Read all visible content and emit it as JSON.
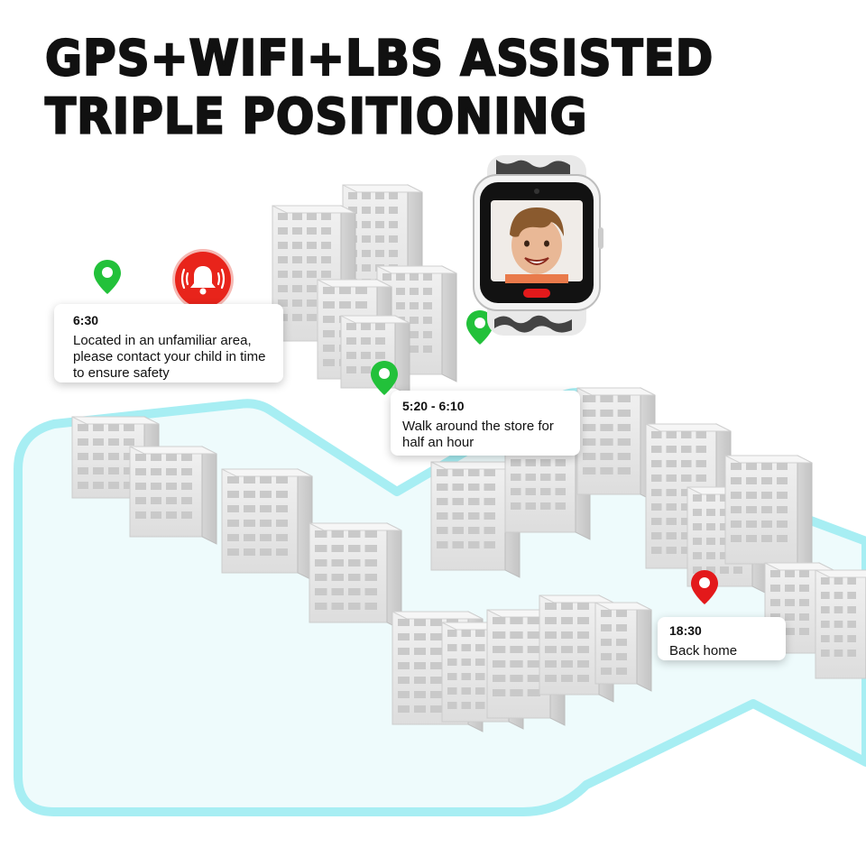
{
  "headline": {
    "line1": "GPS+WIFI+LBS ASSISTED",
    "line2": "TRIPLE POSITIONING"
  },
  "cards": {
    "morning": {
      "time": "6:30",
      "message": "Located in an unfamiliar area, please contact your child in time to ensure safety"
    },
    "store": {
      "time": "5:20 - 6:10",
      "message": "Walk around the store for half an hour"
    },
    "home": {
      "time": "18:30",
      "message": "Back home"
    }
  },
  "icons": {
    "safe_pin": "location-pin-icon",
    "alert_pin": "location-pin-icon",
    "alarm": "bell-icon",
    "watch": "smartwatch"
  },
  "colors": {
    "green_pin": "#22c13a",
    "red_pin": "#e3191b",
    "alarm_red": "#e8241b",
    "road_outline": "#a7eef3",
    "road_fill": "#eefbfc",
    "building": "#e6e6e6",
    "building_side": "#cfcfcf"
  }
}
